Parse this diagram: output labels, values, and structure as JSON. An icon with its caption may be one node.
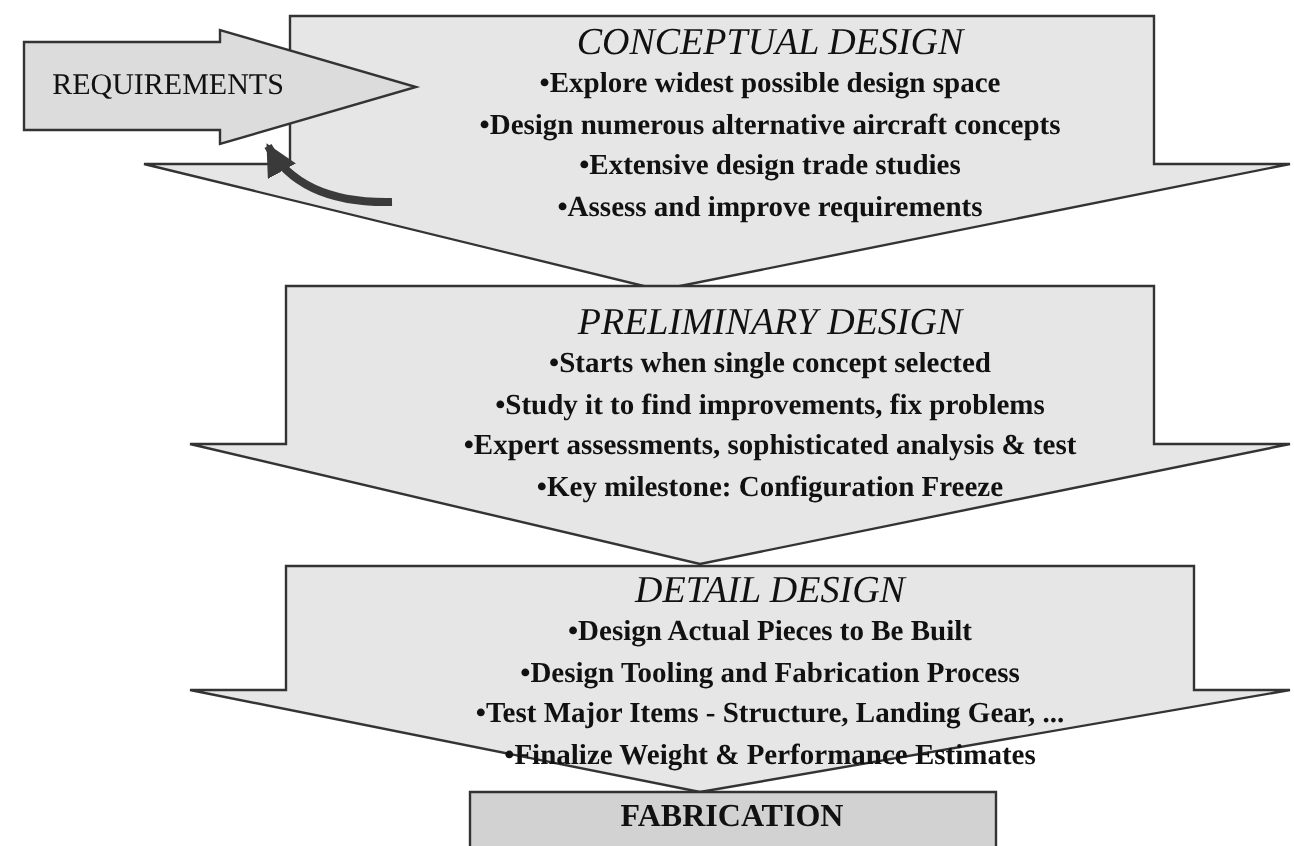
{
  "diagram": {
    "nodes": [
      {
        "text": [
          "REQUIREMENTS"
        ]
      },
      {
        "text": [
          "CONCEPTUAL DESIGN",
          "•Explore widest possible design space",
          "•Design numerous alternative aircraft concepts",
          "•Extensive design trade studies",
          "•Assess and improve requirements"
        ]
      },
      {
        "text": [
          "PRELIMINARY DESIGN",
          "•Starts when single concept selected",
          "•Study it to find improvements, fix problems",
          "•Expert assessments, sophisticated analysis & test",
          "•Key milestone: Configuration Freeze"
        ]
      },
      {
        "text": [
          "DETAIL DESIGN",
          "•Design Actual Pieces to Be Built",
          "•Design Tooling and Fabrication Process",
          "•Test Major Items - Structure, Landing Gear, ...",
          "•Finalize Weight & Performance Estimates"
        ]
      },
      {
        "text": [
          "FABRICATION"
        ]
      }
    ],
    "edges": [
      {
        "from": 1,
        "to": 0,
        "arrow": "to"
      }
    ]
  }
}
